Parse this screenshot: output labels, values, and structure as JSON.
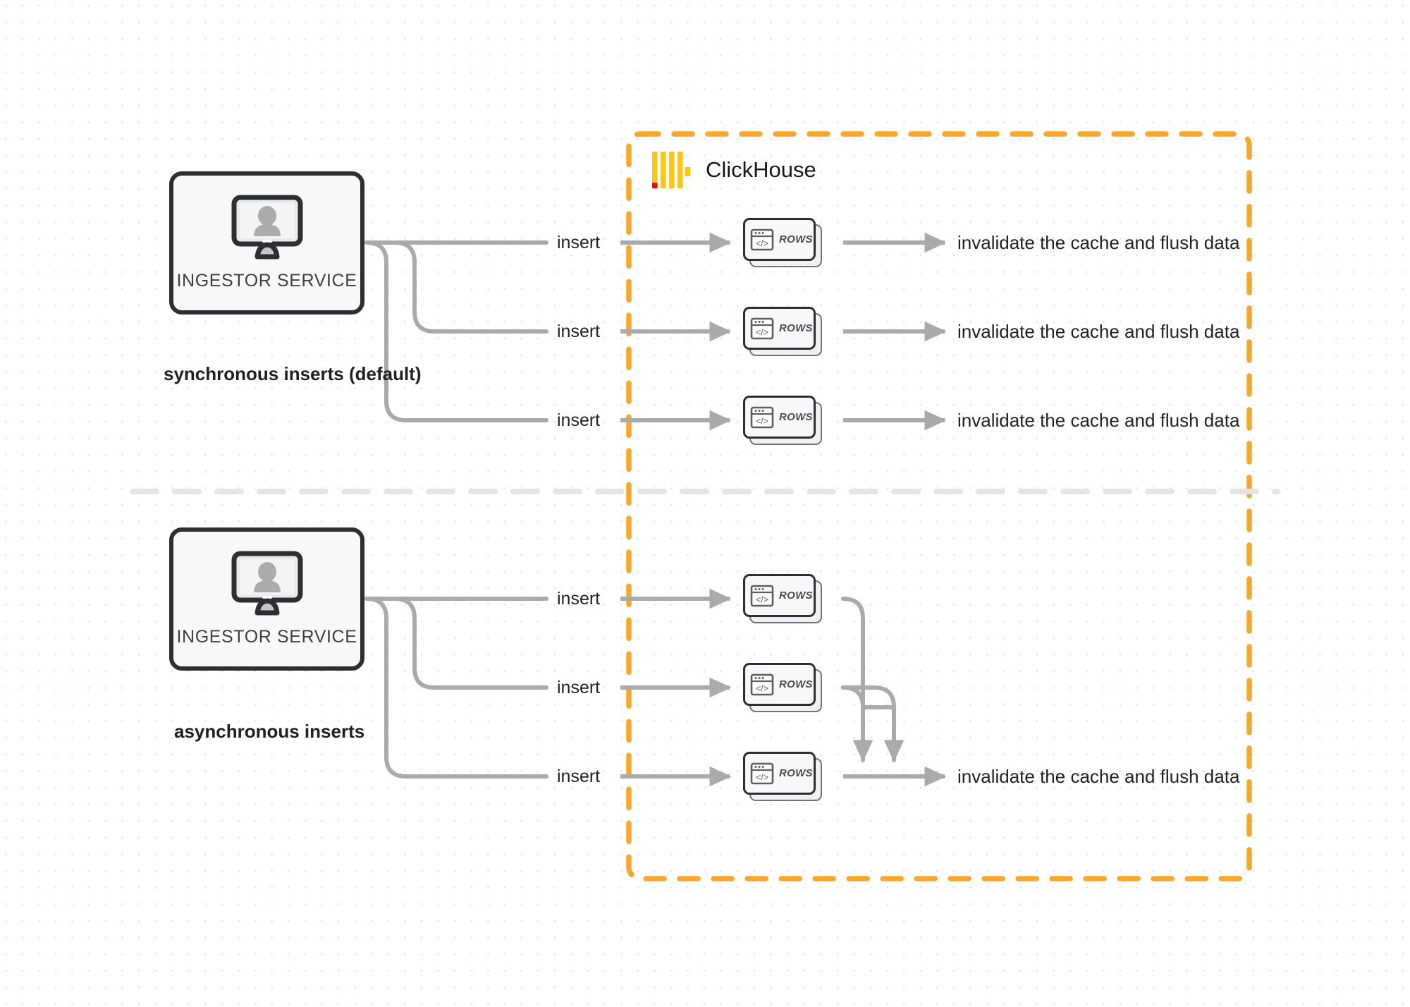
{
  "diagram": {
    "title": "ClickHouse synchronous vs asynchronous inserts",
    "background": "dotted-grid",
    "colors": {
      "brand_orange": "#F9A72B",
      "brand_yellow": "#FFC60A",
      "brand_red": "#FF0000",
      "connector_gray": "#A8AAAC",
      "node_border_dark": "#2B2E33",
      "node_fill": "#F7F8F8",
      "text_dark": "#1D2025",
      "separator_gray": "#E2E2E2"
    }
  },
  "boundary": {
    "name": "ClickHouse",
    "brand_label": "ClickHouse",
    "logo_icon": "clickhouse-logo-icon",
    "border_style": "dashed",
    "border_color": "#F9A72B"
  },
  "separator": {
    "style": "dashed",
    "color": "#E2E2E2"
  },
  "sections": [
    {
      "id": "synchronous",
      "caption": "synchronous inserts (default)",
      "source": {
        "label": "INGESTOR SERVICE",
        "icon": "monitor-user-icon"
      },
      "flows": [
        {
          "edge_label": "insert",
          "node": {
            "label": "ROWS",
            "icon": "code-window-icon"
          },
          "outcome": "invalidate the cache and flush data"
        },
        {
          "edge_label": "insert",
          "node": {
            "label": "ROWS",
            "icon": "code-window-icon"
          },
          "outcome": "invalidate the cache and flush data"
        },
        {
          "edge_label": "insert",
          "node": {
            "label": "ROWS",
            "icon": "code-window-icon"
          },
          "outcome": "invalidate the cache and flush data"
        }
      ]
    },
    {
      "id": "asynchronous",
      "caption": "asynchronous inserts",
      "source": {
        "label": "INGESTOR SERVICE",
        "icon": "monitor-user-icon"
      },
      "flows": [
        {
          "edge_label": "insert",
          "node": {
            "label": "ROWS",
            "icon": "code-window-icon"
          }
        },
        {
          "edge_label": "insert",
          "node": {
            "label": "ROWS",
            "icon": "code-window-icon"
          }
        },
        {
          "edge_label": "insert",
          "node": {
            "label": "ROWS",
            "icon": "code-window-icon"
          }
        }
      ],
      "merged_outcome": "invalidate the cache and flush data"
    }
  ]
}
